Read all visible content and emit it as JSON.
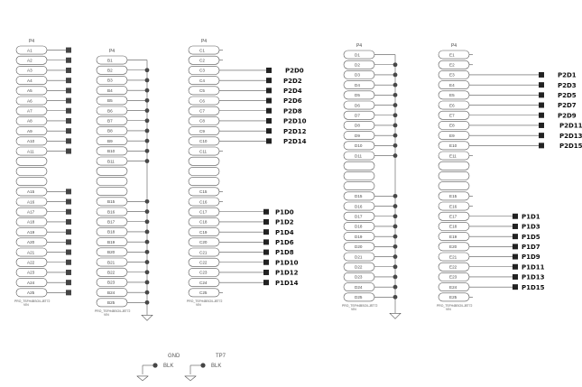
{
  "connectors": [
    {
      "header": "P4",
      "footer": [
        "PRO_TSFH4BSO/LJ8T72",
        "VIN"
      ],
      "pins": [
        "A1",
        "A2",
        "A3",
        "A4",
        "A5",
        "A6",
        "A7",
        "A8",
        "A9",
        "A10",
        "A11",
        "",
        "",
        "",
        "A15",
        "A16",
        "A17",
        "A18",
        "A19",
        "A20",
        "A21",
        "A22",
        "A23",
        "A24",
        "A25"
      ]
    },
    {
      "header": "P4",
      "footer": [
        "PRO_TSFH4BSO/LJ8T72",
        "VIN"
      ],
      "pins": [
        "B1",
        "B2",
        "B3",
        "B4",
        "B5",
        "B6",
        "B7",
        "B8",
        "B9",
        "B10",
        "B11",
        "",
        "",
        "",
        "B15",
        "B16",
        "B17",
        "B18",
        "B19",
        "B20",
        "B21",
        "B22",
        "B23",
        "B24",
        "B25"
      ]
    },
    {
      "header": "P4",
      "footer": [
        "PRO_TSFH4BSO/LJ8T72",
        "VIN"
      ],
      "pins": [
        "C1",
        "C2",
        "C3",
        "C4",
        "C5",
        "C6",
        "C7",
        "C8",
        "C9",
        "C10",
        "C11",
        "",
        "",
        "",
        "C15",
        "C16",
        "C17",
        "C18",
        "C19",
        "C20",
        "C21",
        "C22",
        "C23",
        "C24",
        "C25"
      ]
    },
    {
      "header": "P4",
      "footer": [
        "PRO_TSFH4BSO/LJ8T72",
        "VIN"
      ],
      "pins": [
        "D1",
        "D2",
        "D3",
        "D4",
        "D5",
        "D6",
        "D7",
        "D8",
        "D9",
        "D10",
        "D11",
        "",
        "",
        "",
        "D15",
        "D16",
        "D17",
        "D18",
        "D19",
        "D20",
        "D21",
        "D22",
        "D23",
        "D24",
        "D25"
      ]
    },
    {
      "header": "P4",
      "footer": [
        "PRO_TSFH4BSO/LJ8T72",
        "VIN"
      ],
      "pins": [
        "E1",
        "E2",
        "E3",
        "E4",
        "E5",
        "E6",
        "E7",
        "E8",
        "E9",
        "E10",
        "E11",
        "",
        "",
        "",
        "E15",
        "E16",
        "E17",
        "E18",
        "E19",
        "E20",
        "E21",
        "E22",
        "E23",
        "E24",
        "E25"
      ]
    }
  ],
  "nets_c": [
    "P2D0",
    "P2D2",
    "P2D4",
    "P2D6",
    "P2D8",
    "P2D10",
    "P2D12",
    "P2D14"
  ],
  "nets_c_lower": [
    "P1D0",
    "P1D2",
    "P1D4",
    "P1D6",
    "P1D8",
    "P1D10",
    "P1D12",
    "P1D14"
  ],
  "nets_e": [
    "P2D1",
    "P2D3",
    "P2D5",
    "P2D7",
    "P2D9",
    "P2D11",
    "P2D13",
    "P2D15"
  ],
  "nets_e_lower": [
    "P1D1",
    "P1D3",
    "P1D5",
    "P1D7",
    "P1D9",
    "P1D11",
    "P1D13",
    "P1D15"
  ],
  "testpoints": [
    {
      "name": "GND",
      "color": "BLK"
    },
    {
      "name": "TP7",
      "color": "BLK"
    }
  ]
}
